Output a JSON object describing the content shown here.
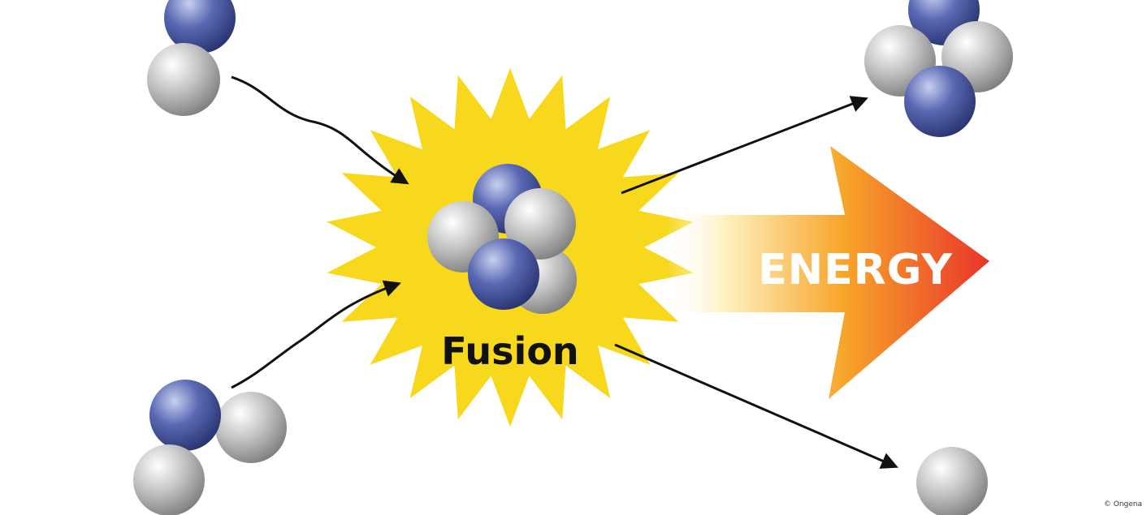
{
  "diagram": {
    "center_label": "Fusion",
    "energy_label": "ENERGY",
    "credit": "© Ongena"
  },
  "colors": {
    "proton": "#4a5aa8",
    "neutron": "#b4b4b4",
    "burst": "#f7d81c",
    "energy_start": "#fff3c4",
    "energy_mid": "#f7a21c",
    "energy_end": "#e8302a",
    "arrow": "#111111"
  },
  "particles": {
    "deuterium": [
      "proton",
      "neutron"
    ],
    "tritium": [
      "proton",
      "neutron",
      "neutron"
    ],
    "helium": [
      "proton",
      "neutron",
      "neutron",
      "proton"
    ],
    "free_neutron": [
      "neutron"
    ]
  }
}
